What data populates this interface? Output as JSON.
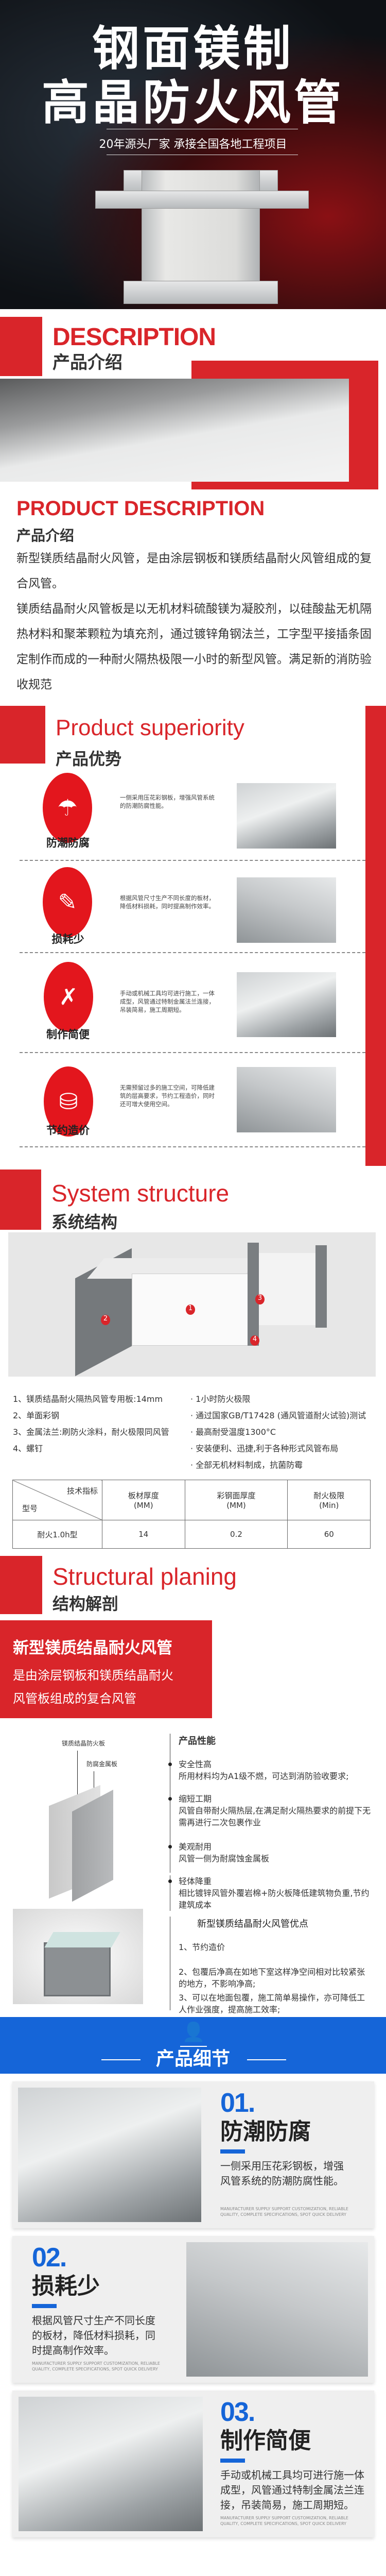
{
  "hero": {
    "title_line1": "钢面镁制",
    "title_line2": "高晶防火风管",
    "subtitle": "20年源头厂家  承接全国各地工程项目"
  },
  "description": {
    "en_title": "DESCRIPTION",
    "cn_title": "产品介绍",
    "section_en": "PRODUCT DESCRIPTION",
    "section_cn": "产品介绍",
    "paragraphs": [
      "新型镁质结晶耐火风管，是由涂层钢板和镁质结晶耐火风管组成的复合风管。",
      "镁质结晶耐火风管板是以无机材料硫酸镁为凝胶剂，以硅酸盐无机隔热材料和聚苯颗粒为填充剂，通过镀锌角钢法兰，工字型平接插条固定制作而成的一种耐火隔热极限一小时的新型风管。满足新的消防验收规范"
    ]
  },
  "superiority": {
    "en_title": "Product  superiority",
    "cn_title": "产品优势",
    "items": [
      {
        "label": "防潮防腐",
        "icon": "umbrella-icon",
        "text": "一侧采用压花彩钢板，增强风管系统的防潮防腐性能。"
      },
      {
        "label": "损耗少",
        "icon": "document-pen-icon",
        "text": "根据风管尺寸生产不同长度的板材，降低材料损耗，同时提高制作效率。"
      },
      {
        "label": "制作简便",
        "icon": "tools-icon",
        "text": "手动或机械工具均可进行施工，一体成型，风管通过特制金属法兰连接，吊装简易，施工周期短。"
      },
      {
        "label": "节约造价",
        "icon": "database-icon",
        "text": "无需预留过多的施工空间，可降低建筑的层高要求，节约工程造价，同时还可增大使用空间。"
      }
    ]
  },
  "structure": {
    "en_title": "System structure",
    "cn_title": "系统结构",
    "markers": [
      "1",
      "2",
      "3",
      "4"
    ],
    "parts": [
      "1、镁质结晶耐火隔热风管专用板:14mm",
      "2、单面彩钢",
      "3、金属法兰:刷防火涂料，耐火极限同风管",
      "4、螺钉"
    ],
    "features": [
      "1小时防火极限",
      "通过国家GB/T17428 (通风管道耐火试验)测试",
      "最高耐受温度1300°C",
      "安装便利、迅捷,利于各种形式风管布局",
      "全部无机材料制成，抗菌防霉"
    ],
    "table": {
      "corner_top": "技术指标",
      "corner_bottom": "型号",
      "headers": [
        [
          "板材厚度",
          "(MM)"
        ],
        [
          "彩钢面厚度",
          "(MM)"
        ],
        [
          "耐火极限",
          "(Min)"
        ]
      ],
      "rows": [
        [
          "耐火1.0h型",
          "14",
          "0.2",
          "60"
        ]
      ]
    }
  },
  "planing": {
    "en_title": "Structural planing",
    "cn_title": "结构解剖",
    "banner_title": "新型镁质结晶耐火风管",
    "banner_lines": [
      "是由涂层钢板和镁质结晶耐火",
      "风管板组成的复合风管"
    ],
    "diagram_labels": [
      "镁质结晶防火板",
      "防腐金属板"
    ],
    "performance_title": "产品性能",
    "performance": [
      {
        "title": "安全性高",
        "text": "所用材料均为A1级不燃，可达到消防验收要求;"
      },
      {
        "title": "缩短工期",
        "text": "风管自带耐火隔热层,在满足耐火隔热要求的前提下无需再进行二次包裹作业"
      },
      {
        "title": "美观耐用",
        "text": "风管一侧为耐腐蚀金属板"
      },
      {
        "title": "轻体降重",
        "text": "相比镀锌风管外覆岩棉+防火板降低建筑物负重,节约建筑成本"
      }
    ],
    "advantages_title": "新型镁质结晶耐火风管优点",
    "advantages": [
      "1、节约造价",
      "2、包覆后净高在如地下室这样净空间相对比较紧张的地方，不影响净高;",
      "3、可以在地面包覆，施工简单易操作，亦可降低工人作业强度，提高施工效率;"
    ]
  },
  "details": {
    "banner_title": "产品细节",
    "cards": [
      {
        "num": "01.",
        "title": "防潮防腐",
        "text": "一侧采用压花彩钢板，增强风管系统的防潮防腐性能。",
        "eng": "MANUFACTURER SUPPLY SUPPORT CUSTOMIZATION, RELIABLE QUALITY, COMPLETE SPECIFICATIONS, SPOT QUICK DELIVERY"
      },
      {
        "num": "02.",
        "title": "损耗少",
        "text": "根据风管尺寸生产不同长度的板材，降低材料损耗，同时提高制作效率。",
        "eng": "MANUFACTURER SUPPLY SUPPORT CUSTOMIZATION, RELIABLE QUALITY, COMPLETE SPECIFICATIONS, SPOT QUICK DELIVERY"
      },
      {
        "num": "03.",
        "title": "制作简便",
        "text": "手动或机械工具均可进行施一体成型，风管通过特制金属法兰连接，吊装简易，施工周期短。",
        "eng": "MANUFACTURER SUPPLY SUPPORT CUSTOMIZATION, RELIABLE QUALITY, COMPLETE SPECIFICATIONS, SPOT QUICK DELIVERY"
      }
    ]
  },
  "colors": {
    "brand_red": "#d9252a",
    "detail_blue": "#1565d8"
  }
}
